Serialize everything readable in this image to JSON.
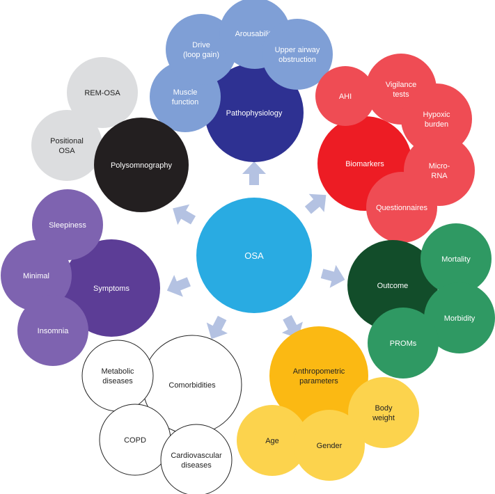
{
  "center": {
    "label": "OSA",
    "color": "#29abe2"
  },
  "clusters": [
    {
      "id": "pathophysiology",
      "main": {
        "label": [
          "Pathophysiology"
        ],
        "color": "#2e3192"
      },
      "items": [
        {
          "label": [
            "Muscle",
            "function"
          ],
          "color": "#7f9fd6"
        },
        {
          "label": [
            "Drive",
            "(loop gain)"
          ],
          "color": "#7f9fd6"
        },
        {
          "label": [
            "Arousability"
          ],
          "color": "#7f9fd6"
        },
        {
          "label": [
            "Upper airway",
            "obstruction"
          ],
          "color": "#7f9fd6"
        }
      ]
    },
    {
      "id": "biomarkers",
      "main": {
        "label": [
          "Biomarkers"
        ],
        "color": "#ed1c24"
      },
      "items": [
        {
          "label": [
            "AHI"
          ],
          "color": "#ef4c54"
        },
        {
          "label": [
            "Vigilance",
            "tests"
          ],
          "color": "#ef4c54"
        },
        {
          "label": [
            "Hypoxic",
            "burden"
          ],
          "color": "#ef4c54"
        },
        {
          "label": [
            "Micro-",
            "RNA"
          ],
          "color": "#ef4c54"
        },
        {
          "label": [
            "Questionnaires"
          ],
          "color": "#ef4c54"
        }
      ]
    },
    {
      "id": "outcome",
      "main": {
        "label": [
          "Outcome"
        ],
        "color": "#124d2a"
      },
      "items": [
        {
          "label": [
            "Mortality"
          ],
          "color": "#2f9963"
        },
        {
          "label": [
            "Morbidity"
          ],
          "color": "#2f9963"
        },
        {
          "label": [
            "PROMs"
          ],
          "color": "#2f9963"
        }
      ]
    },
    {
      "id": "anthropometric",
      "main": {
        "label": [
          "Anthropometric",
          "parameters"
        ],
        "color": "#fbb913"
      },
      "items": [
        {
          "label": [
            "Body",
            "weight"
          ],
          "color": "#fcd34d"
        },
        {
          "label": [
            "Age"
          ],
          "color": "#fcd34d"
        },
        {
          "label": [
            "Gender"
          ],
          "color": "#fcd34d"
        }
      ]
    },
    {
      "id": "comorbidities",
      "main": {
        "label": [
          "Comorbidities"
        ],
        "color": "#ffffff"
      },
      "items": [
        {
          "label": [
            "Metabolic",
            "diseases"
          ],
          "color": "#ffffff"
        },
        {
          "label": [
            "COPD"
          ],
          "color": "#ffffff"
        },
        {
          "label": [
            "Cardiovascular",
            "diseases"
          ],
          "color": "#ffffff"
        }
      ]
    },
    {
      "id": "symptoms",
      "main": {
        "label": [
          "Symptoms"
        ],
        "color": "#5c3d96"
      },
      "items": [
        {
          "label": [
            "Sleepiness"
          ],
          "color": "#7e63b0"
        },
        {
          "label": [
            "Minimal"
          ],
          "color": "#7e63b0"
        },
        {
          "label": [
            "Insomnia"
          ],
          "color": "#7e63b0"
        }
      ]
    },
    {
      "id": "polysomnography",
      "main": {
        "label": [
          "Polysomnography"
        ],
        "color": "#231f20"
      },
      "items": [
        {
          "label": [
            "REM-OSA"
          ],
          "color": "#dcdddf"
        },
        {
          "label": [
            "Positional",
            "OSA"
          ],
          "color": "#dcdddf"
        }
      ]
    }
  ],
  "arrow_color": "#b4c2e2"
}
